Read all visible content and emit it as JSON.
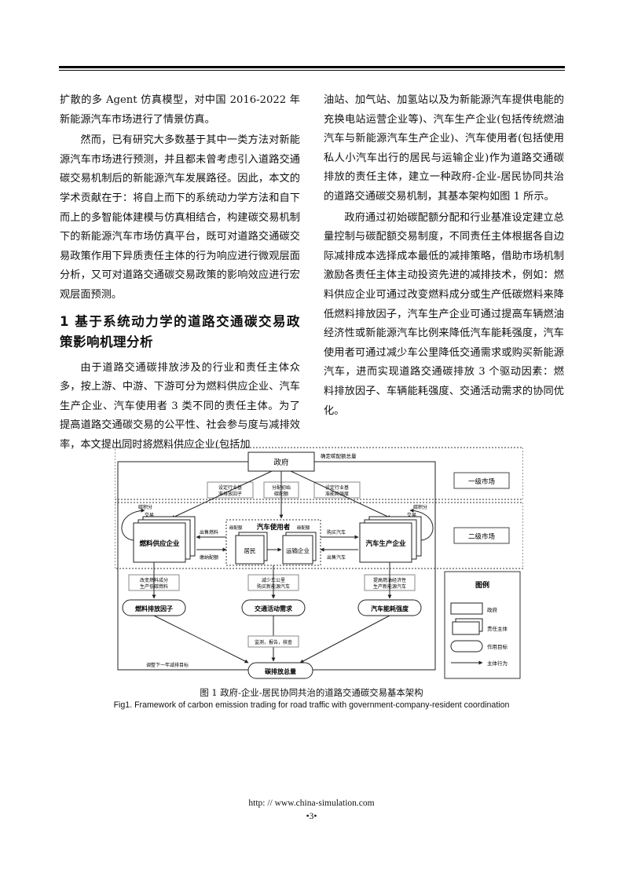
{
  "left_column": {
    "p1": "扩散的多 Agent 仿真模型，对中国 2016-2022 年新能源汽车市场进行了情景仿真。",
    "p2": "然而，已有研究大多数基于其中一类方法对新能源汽车市场进行预测，并且都未曾考虑引入道路交通碳交易机制后的新能源汽车发展路径。因此，本文的学术贡献在于：将自上而下的系统动力学方法和自下而上的多智能体建模与仿真相结合，构建碳交易机制下的新能源汽车市场仿真平台，既可对道路交通碳交易政策作用下异质责任主体的行为响应进行微观层面分析，又可对道路交通碳交易政策的影响效应进行宏观层面预测。",
    "heading": "1  基于系统动力学的道路交通碳交易政策影响机理分析",
    "p3": "由于道路交通碳排放涉及的行业和责任主体众多，按上游、中游、下游可分为燃料供应企业、汽车生产企业、汽车使用者 3 类不同的责任主体。为了提高道路交通碳交易的公平性、社会参与度与减排效率，本文提出同时将燃料供应企业(包括加"
  },
  "right_column": {
    "p1": "油站、加气站、加氢站以及为新能源汽车提供电能的充换电站运营企业等)、汽车生产企业(包括传统燃油汽车与新能源汽车生产企业)、汽车使用者(包括使用私人小汽车出行的居民与运输企业)作为道路交通碳排放的责任主体，建立一种政府-企业-居民协同共治的道路交通碳交易机制，其基本架构如图 1 所示。",
    "p2": "政府通过初始碳配额分配和行业基准设定建立总量控制与碳配额交易制度，不同责任主体根据各自边际减排成本选择成本最低的减排策略，借助市场机制激励各责任主体主动投资先进的减排技术，例如：燃料供应企业可通过改变燃料成分或生产低碳燃料来降低燃料排放因子，汽车生产企业可通过提高车辆燃油经济性或新能源汽车比例来降低汽车能耗强度，汽车使用者可通过减少车公里降低交通需求或购买新能源汽车，进而实现道路交通碳排放 3 个驱动因素：燃料排放因子、车辆能耗强度、交通活动需求的协同优化。"
  },
  "figure": {
    "government": "政府",
    "top_annotation": "确定碳配额总量",
    "gov_arrows": [
      "设定行业基",
      "准排放因子",
      "分配初始",
      "碳配额",
      "设定行业基",
      "准能耗强度"
    ],
    "market1": "一级市场",
    "market2": "二级市场",
    "carbon_credit": "碳积分",
    "trade": "交易",
    "fuel_supplier": "燃料供应企业",
    "car_user": "汽车使用者",
    "car_maker": "汽车生产企业",
    "resident": "居民",
    "transport_company": "运输企业",
    "carbon_quota": "碳配额",
    "sell_fuel": "出售燃料",
    "pay_quota": "缴纳配额",
    "buy_car": "购买汽车",
    "sell_car": "出售汽车",
    "fuel_action": [
      "改变燃料成分",
      "生产低碳燃料"
    ],
    "user_action": [
      "减少车公里",
      "购买新能源汽车"
    ],
    "maker_action": [
      "提高燃油经济性",
      "生产新能源汽车"
    ],
    "fuel_factor": "燃料排放因子",
    "traffic_demand": "交通活动需求",
    "energy_intensity": "汽车能耗强度",
    "monitor": "监测，报告，核查",
    "adjust": "调整下一年减排目标",
    "total_emission": "碳排放总量",
    "legend_title": "图例",
    "legend_gov": "政府",
    "legend_subject": "责任主体",
    "legend_goal": "作用目标",
    "legend_action": "主体行为"
  },
  "caption_cn": "图 1    政府-企业-居民协同共治的道路交通碳交易基本架构",
  "caption_en": "Fig1.    Framework of carbon emission trading for road traffic with government-company-resident coordination",
  "footer": {
    "url": "http: // www.china-simulation.com",
    "page": "•3•"
  }
}
